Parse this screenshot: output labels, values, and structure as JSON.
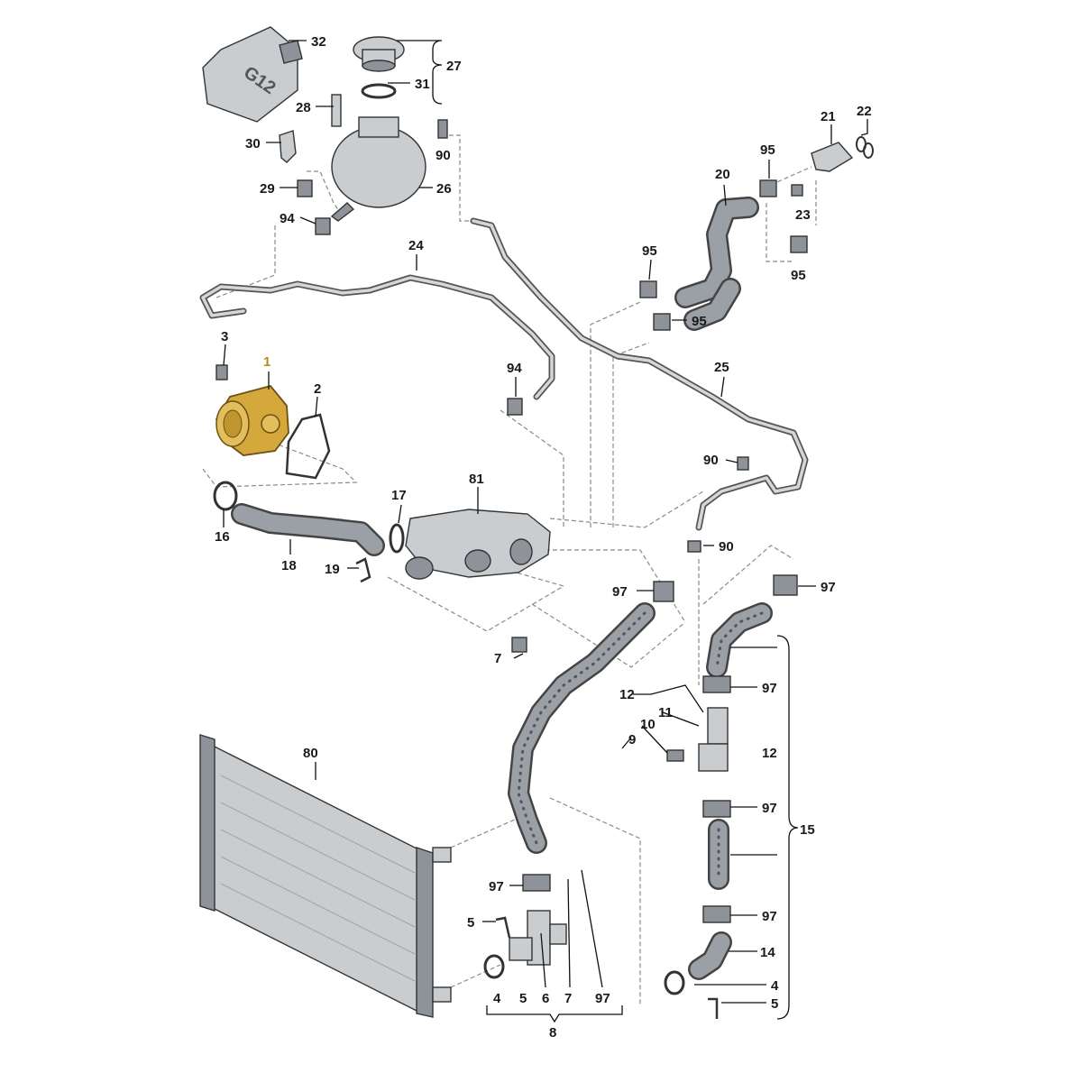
{
  "diagram": {
    "labels": {
      "n1": "1",
      "n2": "2",
      "n3": "3",
      "n4a": "4",
      "n4b": "4",
      "n5a": "5",
      "n5b": "5",
      "n5c": "5",
      "n6": "6",
      "n7a": "7",
      "n7b": "7",
      "n8": "8",
      "n9": "9",
      "n10": "10",
      "n11": "11",
      "n12a": "12",
      "n12b": "12",
      "n14": "14",
      "n15": "15",
      "n16": "16",
      "n17": "17",
      "n18": "18",
      "n19": "19",
      "n20": "20",
      "n21": "21",
      "n22": "22",
      "n23": "23",
      "n24": "24",
      "n25": "25",
      "n26": "26",
      "n27": "27",
      "n28": "28",
      "n29": "29",
      "n30": "30",
      "n31": "31",
      "n32": "32",
      "n80": "80",
      "n81": "81",
      "n90a": "90",
      "n90b": "90",
      "n90c": "90",
      "n94a": "94",
      "n94b": "94",
      "n95a": "95",
      "n95b": "95",
      "n95c": "95",
      "n95d": "95",
      "n97a": "97",
      "n97b": "97",
      "n97c": "97",
      "n97d": "97",
      "n97e": "97",
      "n97f": "97",
      "n97g": "97"
    },
    "bottle_text": "G12",
    "colors": {
      "highlight_part": "#d4a83a",
      "line": "#111111",
      "part_fill": "#c9cdd0"
    }
  }
}
